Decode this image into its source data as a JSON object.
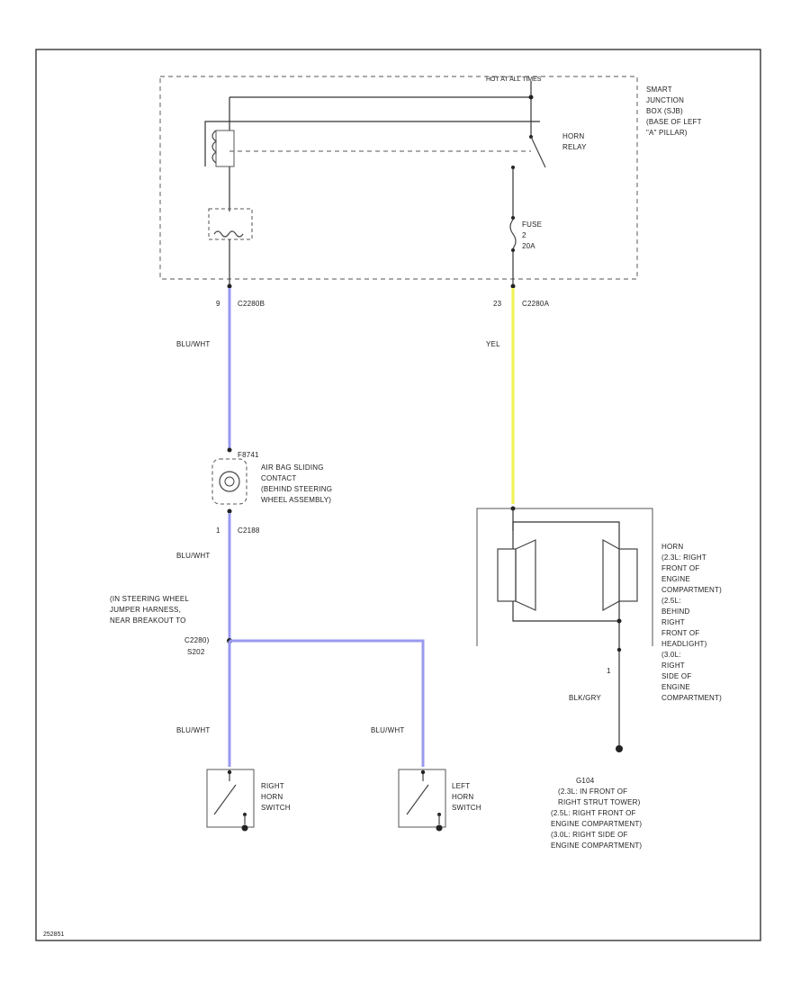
{
  "labels": {
    "hot_at_all_times": "HOT AT ALL TIMES",
    "sjb": [
      "SMART",
      "JUNCTION",
      "BOX (SJB)",
      "(BASE OF LEFT",
      "\"A\" PILLAR)"
    ],
    "horn_relay": [
      "HORN",
      "RELAY"
    ],
    "fuse": [
      "FUSE",
      "2",
      "20A"
    ],
    "pin_left_top": "9",
    "conn_left_top": "C2280B",
    "pin_right_top": "23",
    "conn_right_top": "C2280A",
    "wire_blu_wht_1": "BLU/WHT",
    "wire_yel": "YEL",
    "clockspring_ref": "F8741",
    "clockspring": [
      "AIR BAG SLIDING",
      "CONTACT",
      "(BEHIND STEERING",
      "WHEEL ASSEMBLY)"
    ],
    "pin_left_mid": "1",
    "conn_left_mid": "C2188",
    "wire_blu_wht_2": "BLU/WHT",
    "splice_desc": [
      "(IN STEERING WHEEL",
      "JUMPER HARNESS,",
      "NEAR BREAKOUT TO",
      "C2280)"
    ],
    "splice_id": "S202",
    "horn": [
      "HORN",
      "(2.3L: RIGHT",
      "FRONT OF",
      "ENGINE",
      "COMPARTMENT)",
      "(2.5L:",
      "BEHIND",
      "RIGHT",
      "FRONT OF",
      "HEADLIGHT)",
      "(3.0L:",
      "RIGHT",
      "SIDE OF",
      "ENGINE",
      "COMPARTMENT)"
    ],
    "pin_horn": "1",
    "wire_blk_gry": "BLK/GRY",
    "ground_desc": [
      "G104",
      "(2.3L: IN FRONT OF",
      "RIGHT STRUT TOWER)",
      "(2.5L: RIGHT FRONT OF",
      "ENGINE COMPARTMENT)",
      "(3.0L: RIGHT SIDE OF",
      "ENGINE COMPARTMENT)"
    ],
    "wire_blu_wht_3": "BLU/WHT",
    "wire_blu_wht_4": "BLU/WHT",
    "right_horn_switch": [
      "RIGHT",
      "HORN",
      "SWITCH"
    ],
    "left_horn_switch": [
      "LEFT",
      "HORN",
      "SWITCH"
    ],
    "corner_code": "252851"
  },
  "colors": {
    "blue_wire": "#9a9af0",
    "yellow_wire": "#f2f25a"
  }
}
